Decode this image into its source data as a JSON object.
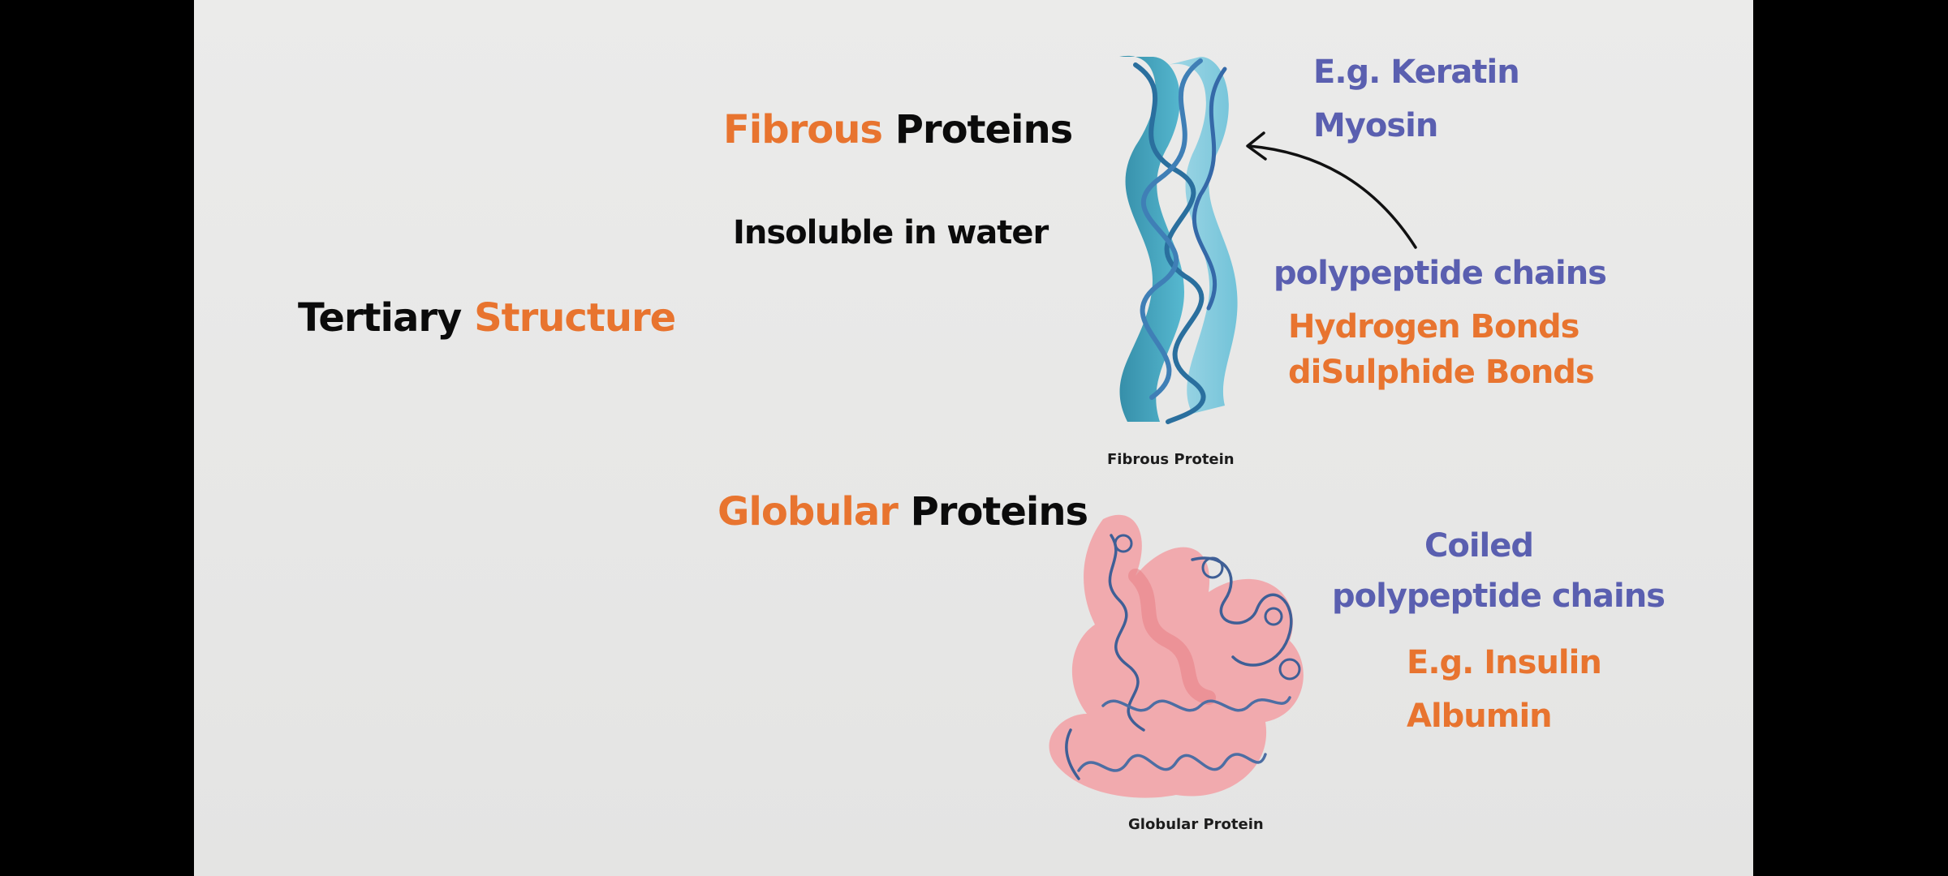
{
  "slide": {
    "tertiary": {
      "word1": "Tertiary",
      "word2": "Structure"
    },
    "fibrous": {
      "heading_word1": "Fibrous",
      "heading_word2": "Proteins",
      "property": "Insoluble in water",
      "examples": [
        "E.g. Keratin",
        "Myosin"
      ],
      "arrow_label": "polypeptide chains",
      "bonds": [
        "Hydrogen Bonds",
        "diSulphide Bonds"
      ],
      "caption": "Fibrous Protein"
    },
    "globular": {
      "heading_word1": "Globular",
      "heading_word2": "Proteins",
      "description": [
        "Coiled",
        "polypeptide chains"
      ],
      "examples": [
        "E.g. Insulin",
        "Albumin"
      ],
      "caption": "Globular Protein"
    }
  },
  "colors": {
    "orange": "#e8742f",
    "purple": "#5a5fb0",
    "black": "#0b0b0b",
    "fibrous_teal": "#3a9fb8",
    "globular_pink": "#f2a5a9"
  }
}
